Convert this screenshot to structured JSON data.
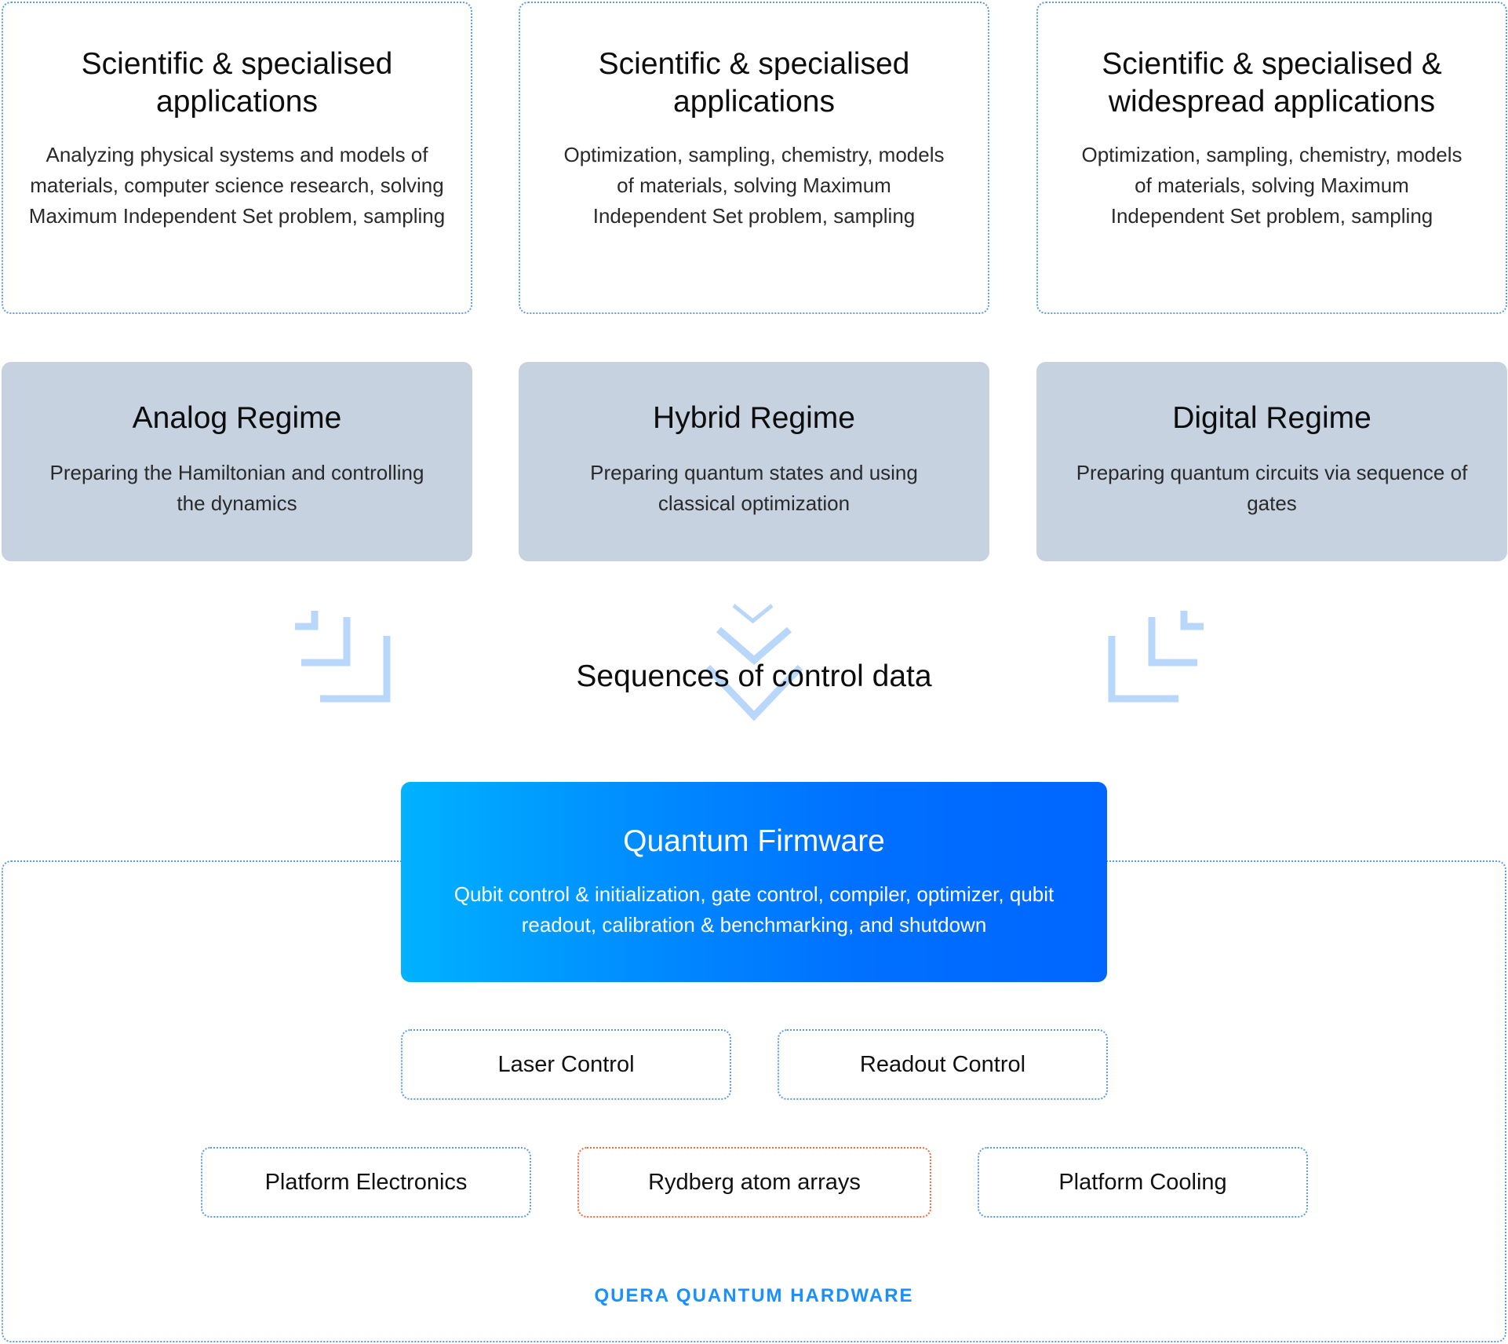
{
  "applications": [
    {
      "title": "Scientific & specialised applications",
      "description": "Analyzing physical systems and models of materials, computer science research, solving Maximum Independent Set problem, sampling"
    },
    {
      "title": "Scientific & specialised applications",
      "description": "Optimization, sampling, chemistry, models of materials, solving Maximum Independent Set problem, sampling"
    },
    {
      "title": "Scientific & specialised & widespread applications",
      "description": "Optimization, sampling, chemistry, models of materials, solving Maximum Independent Set problem, sampling"
    }
  ],
  "regimes": [
    {
      "title": "Analog Regime",
      "description": "Preparing the Hamiltonian and controlling the dynamics"
    },
    {
      "title": "Hybrid Regime",
      "description": "Preparing quantum states and using classical optimization"
    },
    {
      "title": "Digital Regime",
      "description": "Preparing quantum circuits via sequence of gates"
    }
  ],
  "sequence_label": "Sequences of control data",
  "firmware": {
    "title": "Quantum Firmware",
    "description": "Qubit control & initialization, gate control, compiler, optimizer, qubit readout, calibration & benchmarking, and shutdown"
  },
  "controls": [
    "Laser Control",
    "Readout Control"
  ],
  "platform": [
    "Platform Electronics",
    "Rydberg atom arrays",
    "Platform Cooling"
  ],
  "hardware_label": "QUERA QUANTUM HARDWARE",
  "colors": {
    "accent_blue": "#1a8fff",
    "dotted_border": "#5b9be0",
    "regime_bg": "#c6d2e0",
    "arrow_light_blue": "#b9d6fb",
    "rydberg_border": "#f06a3c",
    "firmware_gradient_start": "#00b2ff",
    "firmware_gradient_end": "#0066ff"
  },
  "icons": [
    "corner-arrow-icon",
    "chevron-down-icon",
    "corner-arrow-icon"
  ]
}
